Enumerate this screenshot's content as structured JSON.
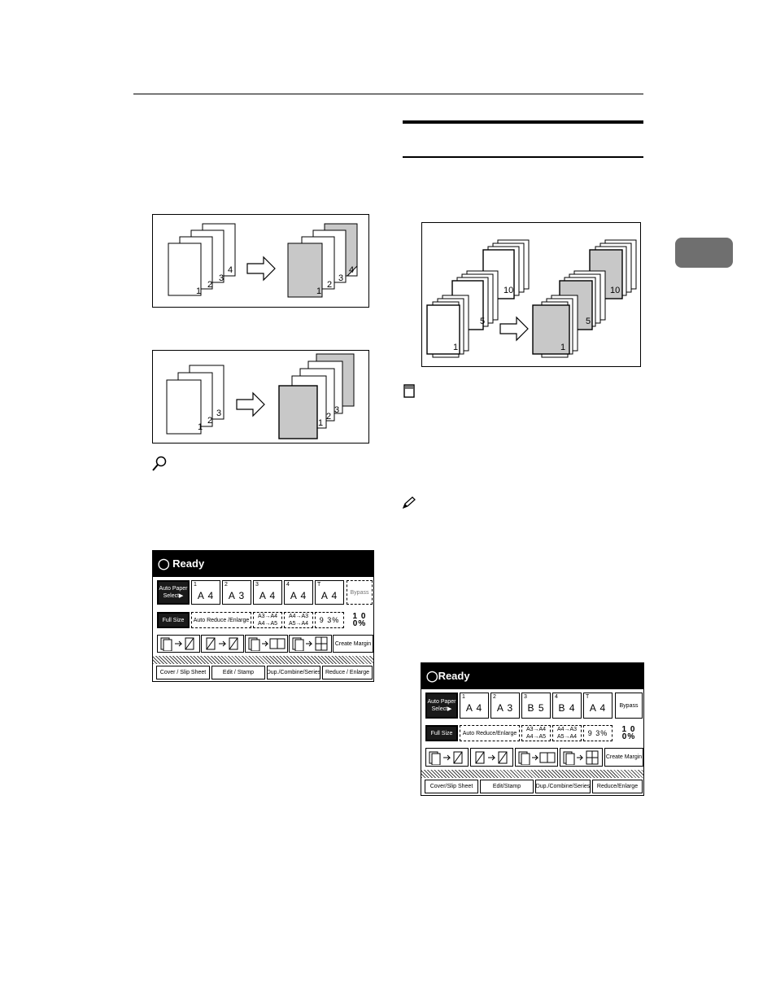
{
  "chapter_tab_color": "#6f6f6f",
  "figure_left_top": {
    "pages": [
      "1",
      "2",
      "3",
      "4"
    ]
  },
  "figure_left_bottom": {
    "pages": [
      "1",
      "2",
      "3"
    ]
  },
  "figure_right": {
    "pages": [
      "1",
      "5",
      "10"
    ]
  },
  "panel_small": {
    "title": "Ready",
    "auto_paper_select": "Auto Paper Select▶",
    "trays": [
      {
        "num": "1",
        "size": "A 4"
      },
      {
        "num": "2",
        "size": "A 3"
      },
      {
        "num": "3",
        "size": "A 4"
      },
      {
        "num": "4",
        "size": "A 4"
      },
      {
        "num": "T",
        "size": "A 4"
      }
    ],
    "bypass": "Bypass",
    "full_size": "Full Size",
    "auto_reduce_enlarge": "Auto Reduce /Enlarge",
    "preset1": "A3→A4 A4→A5",
    "preset2": "A4→A3 A5→A4",
    "ratio": "9 3%",
    "percent": "1 0 0%",
    "create_margin": "Create Margin",
    "tabs": [
      "Cover / Slip Sheet",
      "Edit / Stamp",
      "Dup./Combine/Series",
      "Reduce / Enlarge"
    ]
  },
  "panel_large": {
    "title": "Ready",
    "auto_paper_select": "Auto Paper Select▶",
    "trays": [
      {
        "num": "1",
        "size": "A 4"
      },
      {
        "num": "2",
        "size": "A 3"
      },
      {
        "num": "3",
        "size": "B 5"
      },
      {
        "num": "4",
        "size": "B 4"
      },
      {
        "num": "T",
        "size": "A 4"
      }
    ],
    "bypass": "Bypass",
    "full_size": "Full Size",
    "auto_reduce_enlarge": "Auto Reduce/Enlarge",
    "preset1": "A3→A4 A4→A5",
    "preset2": "A4→A3 A5→A4",
    "ratio": "9 3%",
    "percent": "1 0 0%",
    "create_margin": "Create Margin",
    "tabs": [
      "Cover/Slip Sheet",
      "Edit/Stamp",
      "Dup./Combine/Series",
      "Reduce/Enlarge"
    ]
  }
}
